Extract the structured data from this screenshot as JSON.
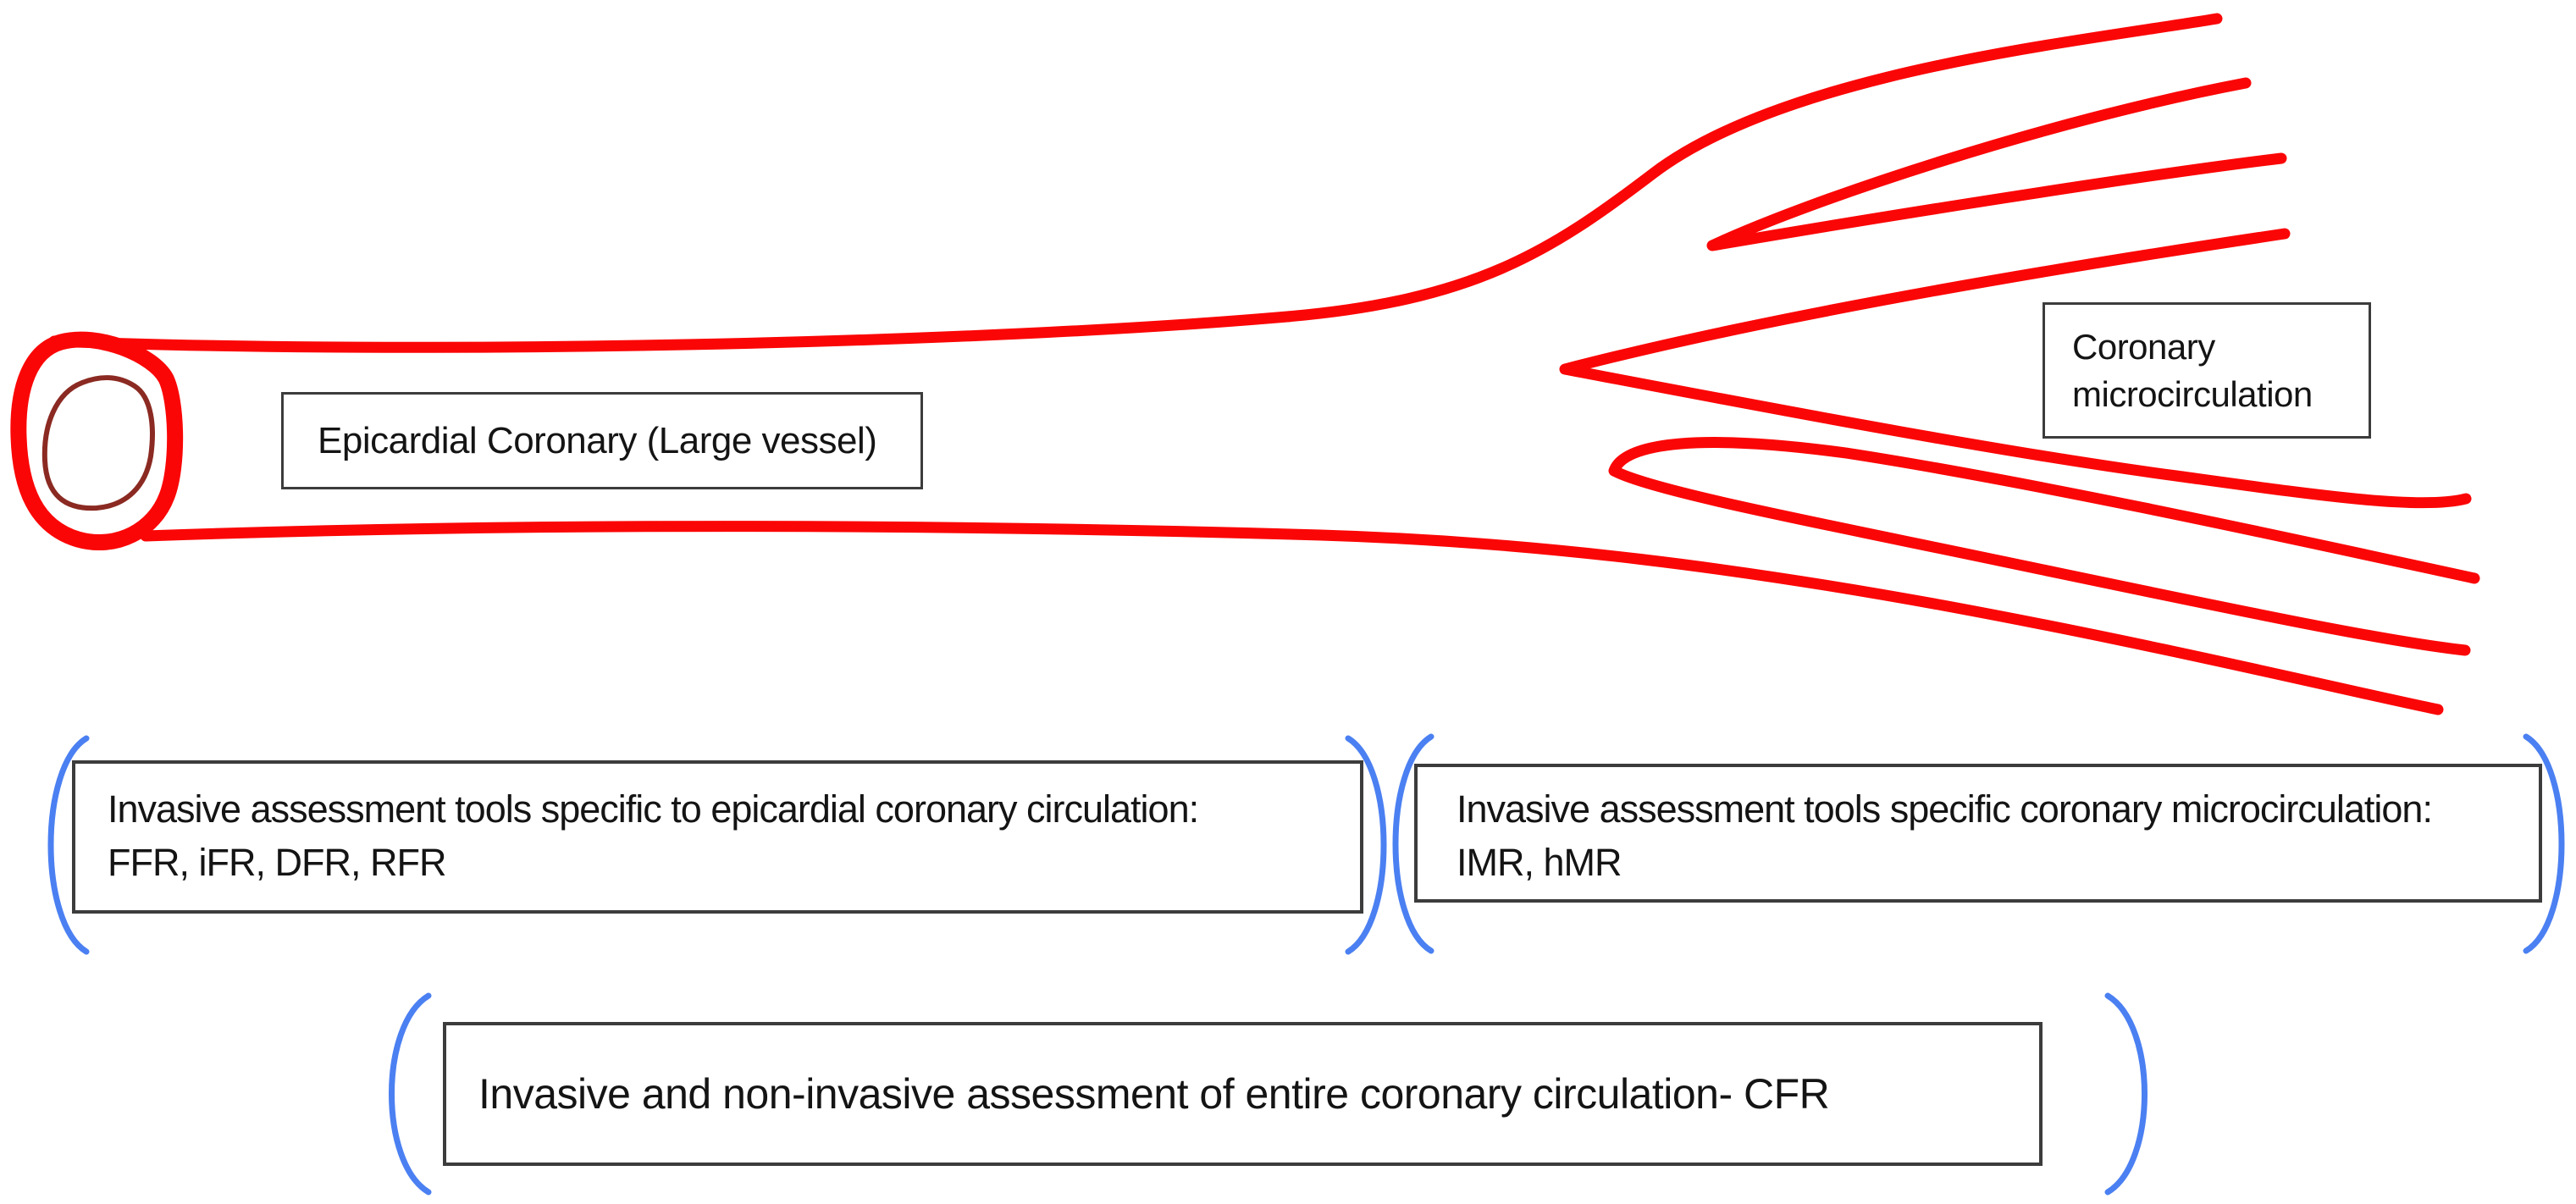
{
  "figure": {
    "background": "#ffffff",
    "colors": {
      "vessel_red": "#fb0606",
      "lumen_maroon": "#8b2a22",
      "bracket_blue": "#4b80f2",
      "box_border": "#3c3c3c",
      "text": "#141414"
    },
    "vessel_labels": {
      "epicardial": {
        "text": "Epicardial Coronary (Large vessel)"
      },
      "microcirculation": {
        "line1": "Coronary",
        "line2": "microcirculation"
      }
    },
    "assessment": {
      "epicardial_tools": {
        "line1": "Invasive assessment tools specific to epicardial coronary circulation:",
        "line2": "FFR, iFR, DFR, RFR"
      },
      "micro_tools": {
        "line1": "Invasive assessment tools specific coronary microcirculation:",
        "line2": "IMR, hMR"
      },
      "entire_circulation": {
        "text": "Invasive and non-invasive assessment of entire coronary circulation- CFR"
      }
    }
  }
}
